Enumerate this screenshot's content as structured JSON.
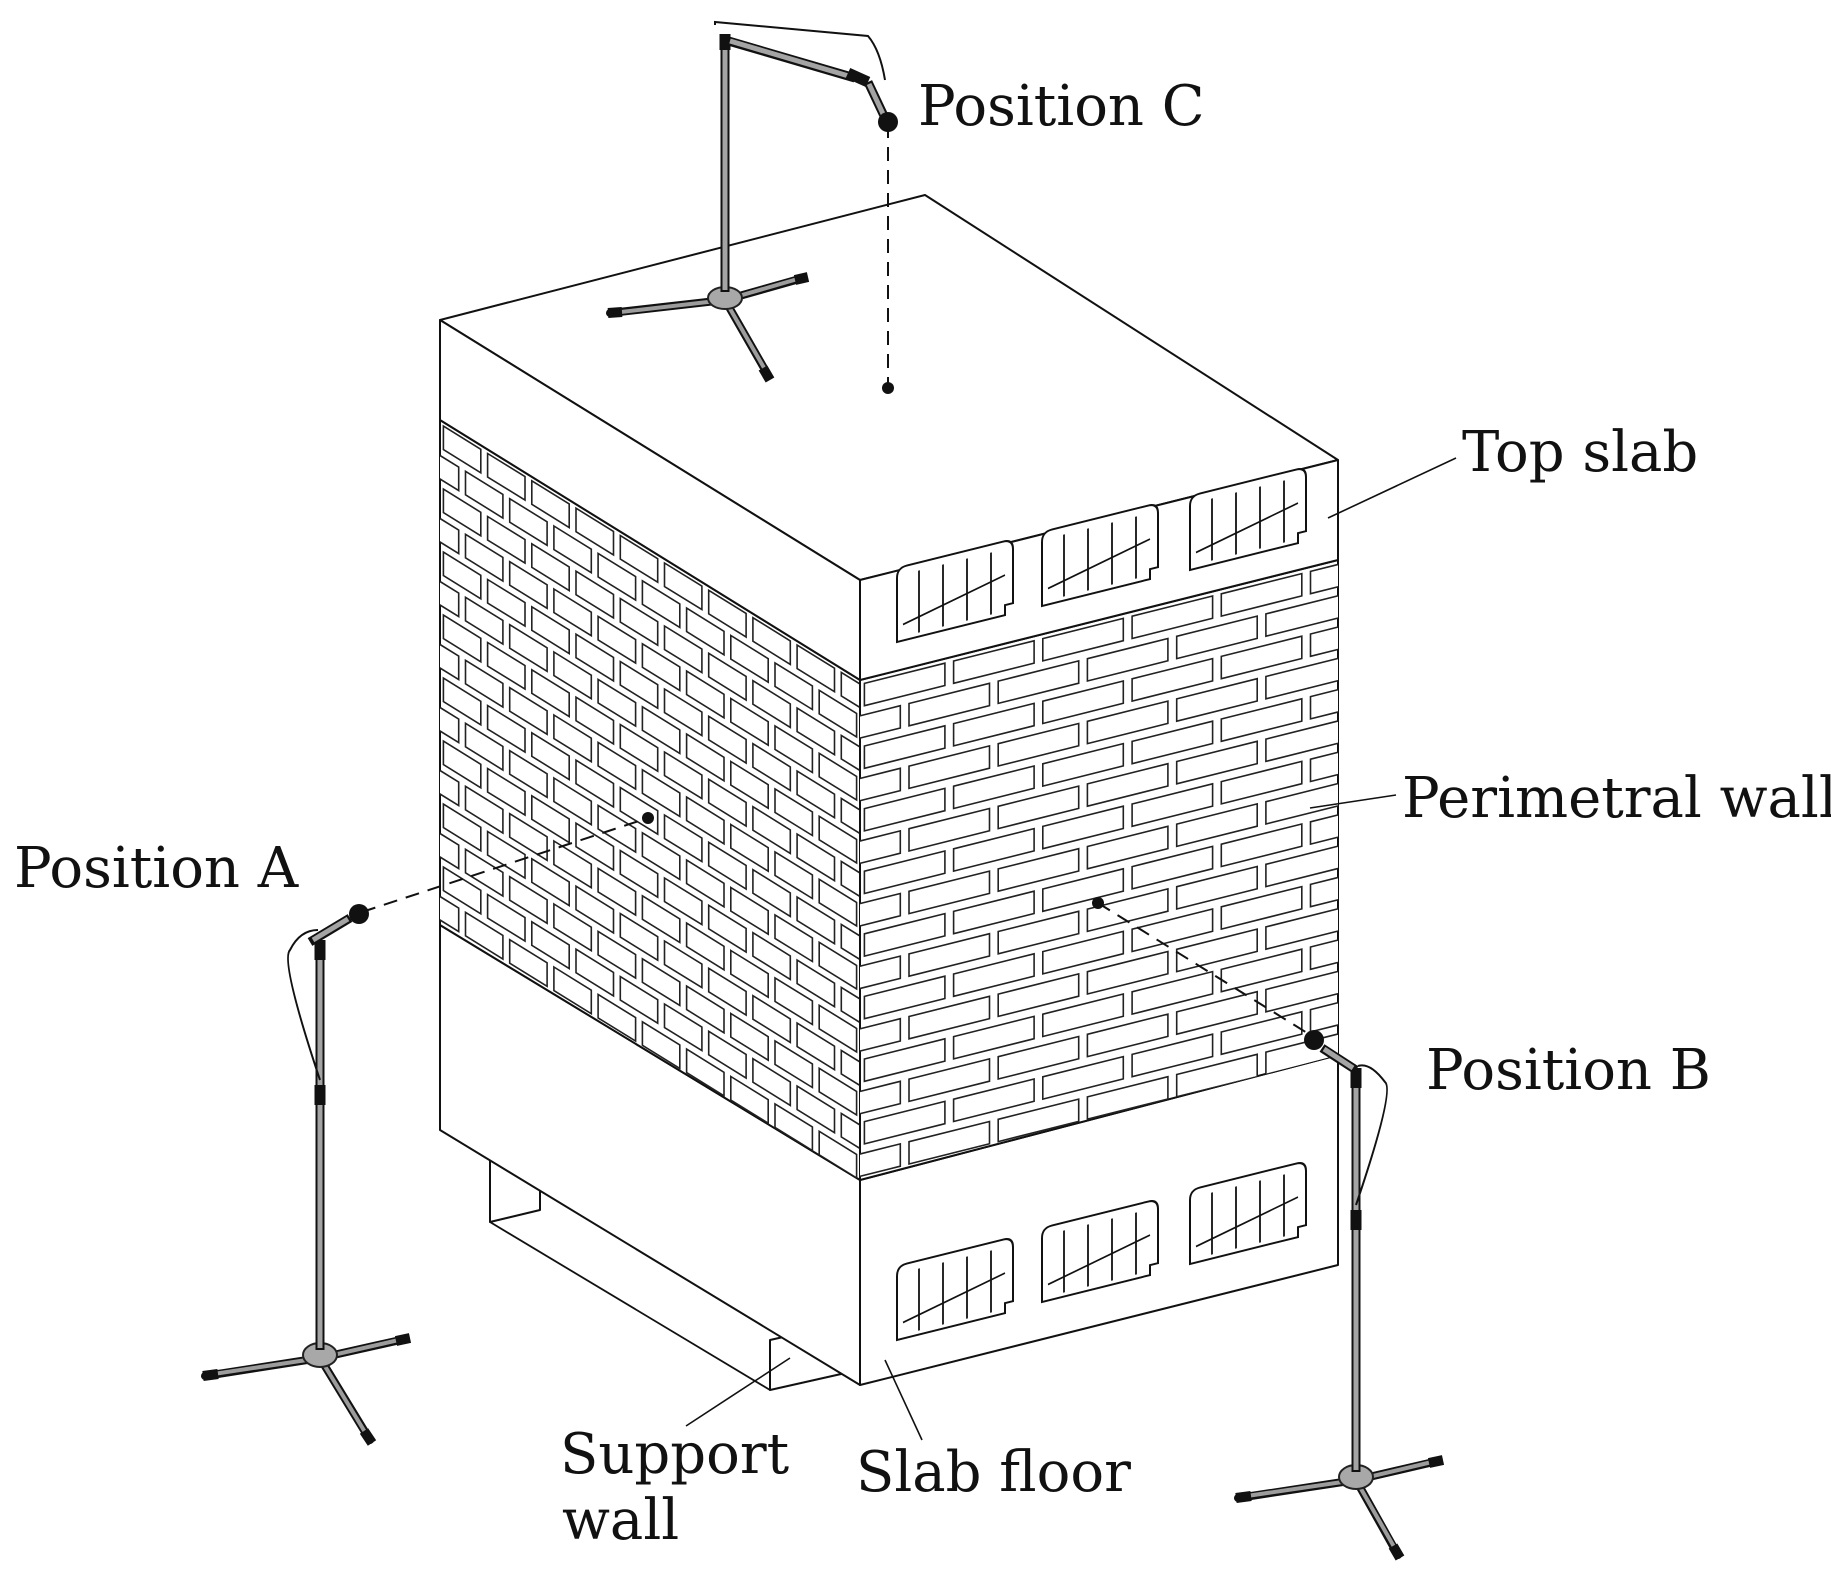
{
  "labels": {
    "position_c": "Position C",
    "top_slab": "Top slab",
    "perimetral_wall": "Perimetral wall",
    "position_a": "Position A",
    "position_b": "Position B",
    "support_wall_line1": "Support",
    "support_wall_line2": "wall",
    "slab_floor": "Slab floor"
  },
  "colors": {
    "ink": "#111111",
    "stand_gray": "#a4a4a4",
    "background": "#ffffff"
  }
}
